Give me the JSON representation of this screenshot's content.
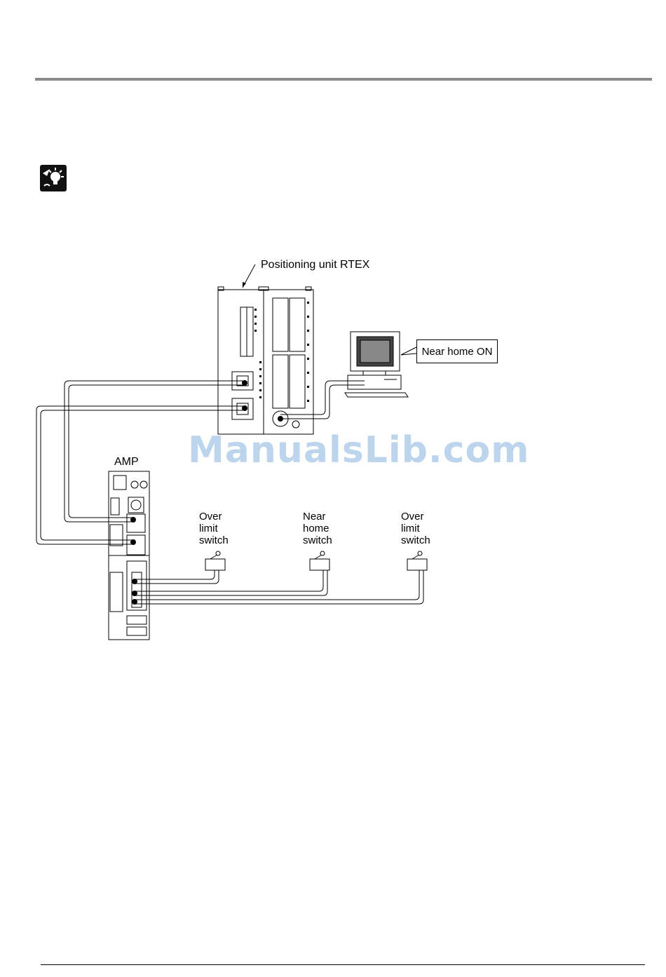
{
  "labels": {
    "positioning_unit": "Positioning unit RTEX",
    "amp": "AMP",
    "near_home_on": "Near home ON",
    "switch_left": "Over\nlimit\nswitch",
    "switch_middle": "Near\nhome\nswitch",
    "switch_right": "Over\nlimit\nswitch"
  },
  "watermark": "ManualsLib.com",
  "icons": {
    "hint": "lightbulb-hint-icon",
    "computer": "computer-icon",
    "switch": "limit-switch-icon"
  },
  "colors": {
    "rule": "#8a8a8a",
    "watermark": "#bcd4ec"
  }
}
